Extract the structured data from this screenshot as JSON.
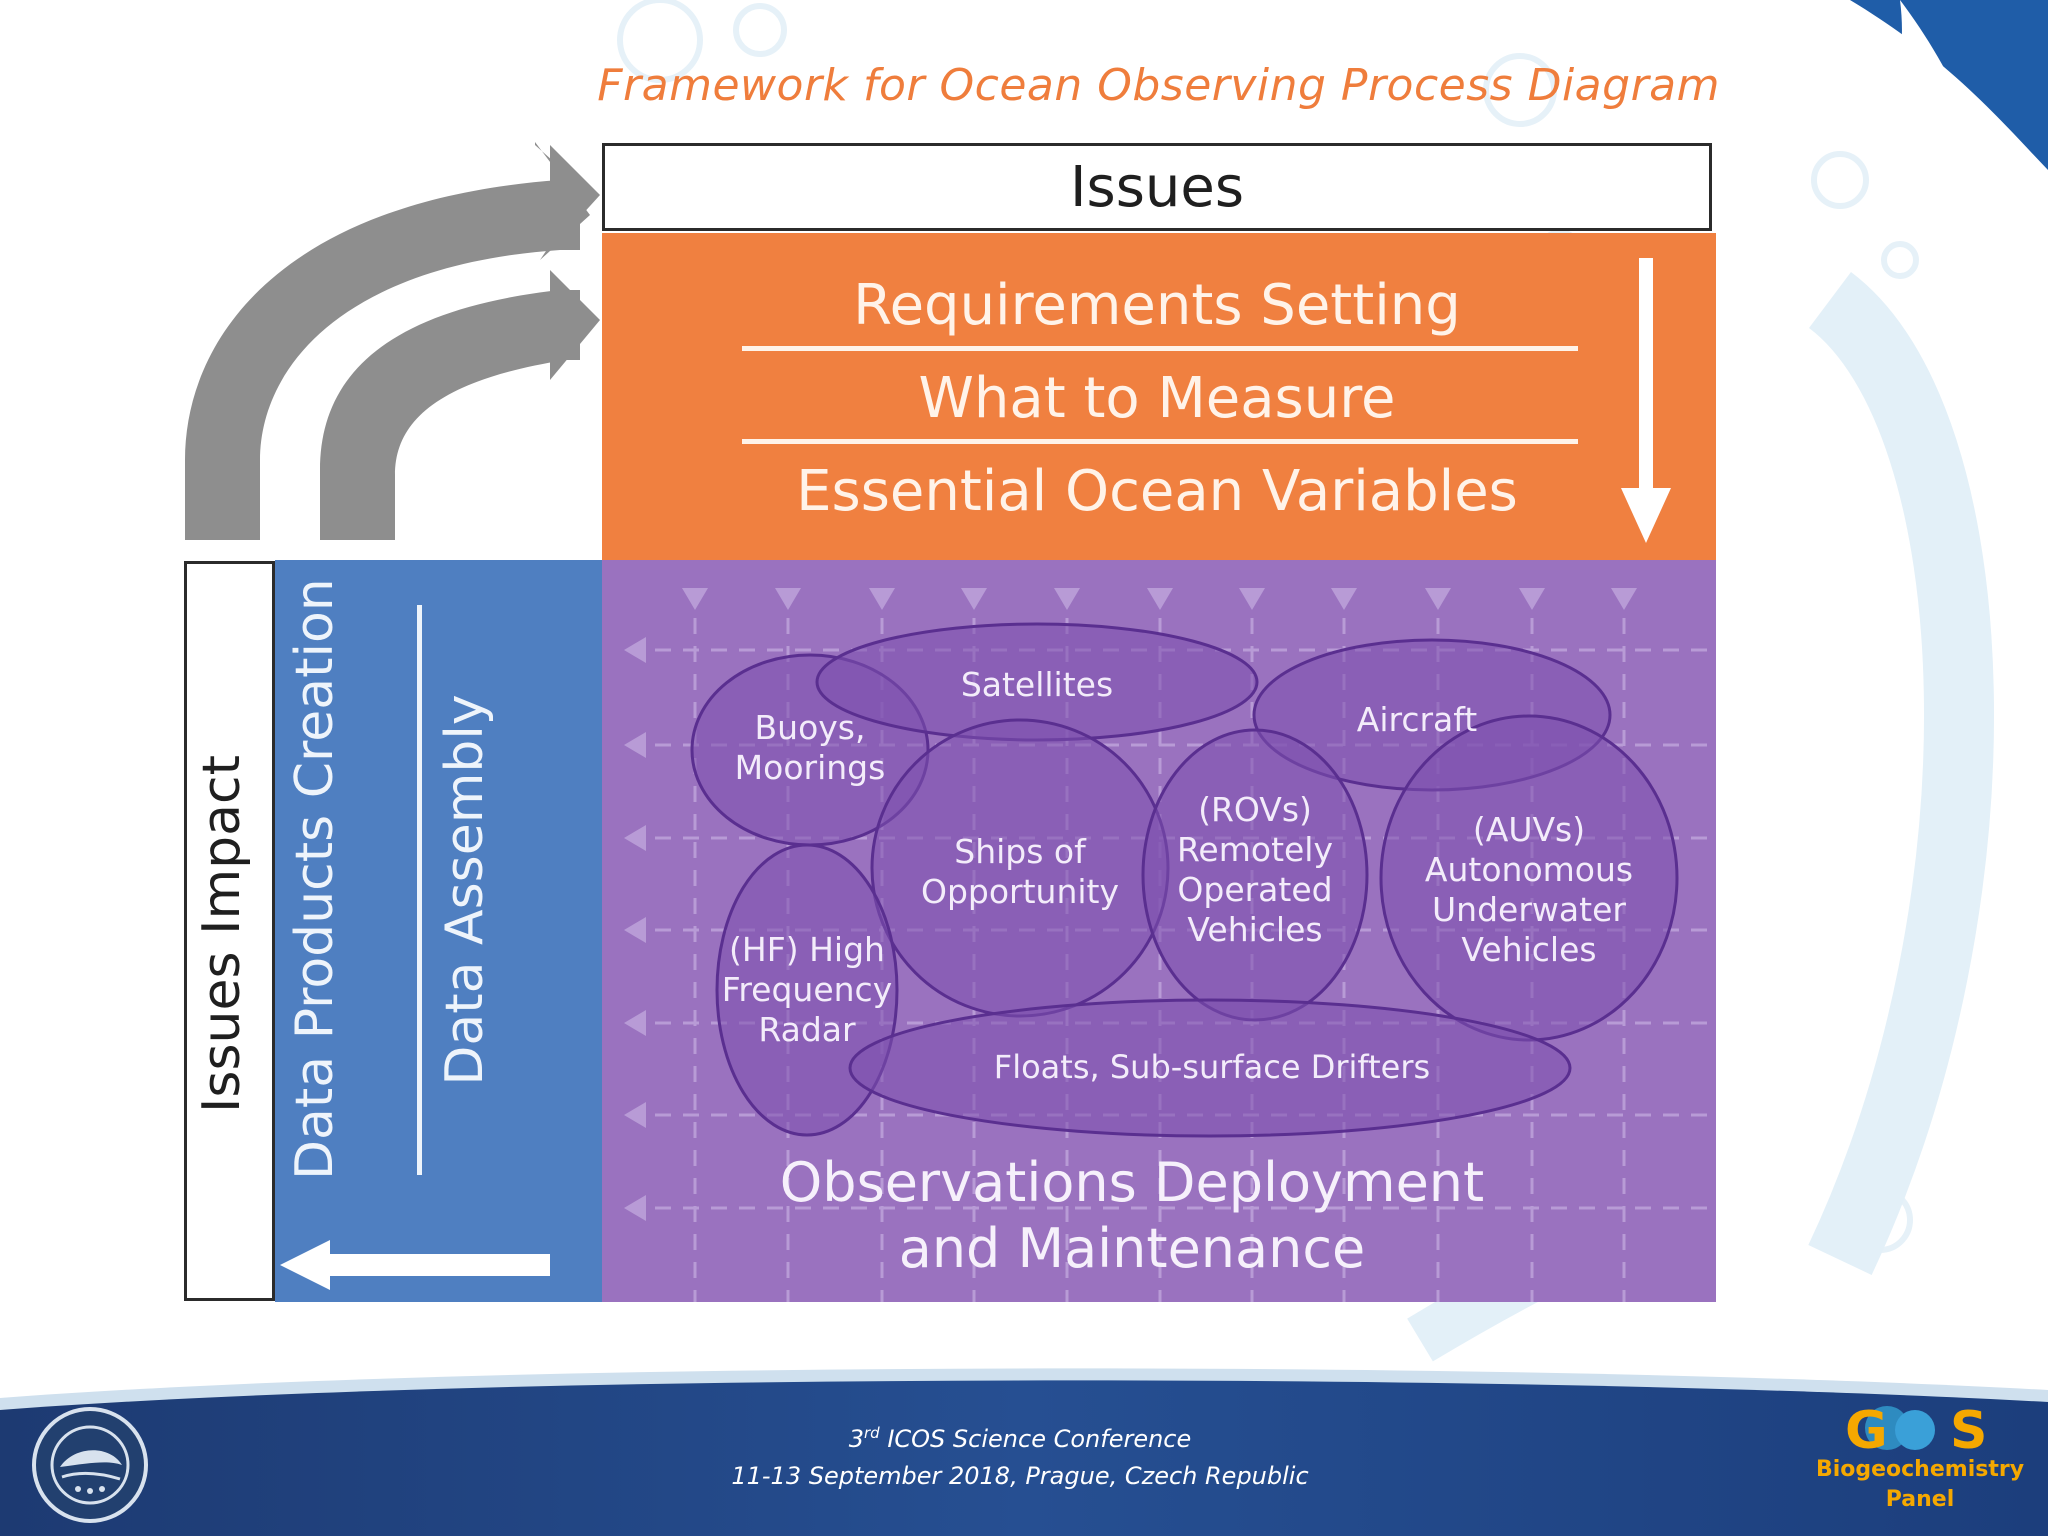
{
  "title": "Framework for Ocean Observing Process Diagram",
  "issues": "Issues",
  "requirements": {
    "line1": "Requirements Setting",
    "line2": "What to Measure",
    "line3": "Essential Ocean Variables"
  },
  "side": {
    "issues_impact": "Issues Impact",
    "data_products": "Data Products Creation",
    "data_assembly": "Data Assembly"
  },
  "platforms": {
    "satellites": "Satellites",
    "buoys_1": "Buoys,",
    "buoys_2": "Moorings",
    "aircraft": "Aircraft",
    "ships_1": "Ships of",
    "ships_2": "Opportunity",
    "rovs_1": "(ROVs)",
    "rovs_2": "Remotely",
    "rovs_3": "Operated",
    "rovs_4": "Vehicles",
    "auvs_1": "(AUVs)",
    "auvs_2": "Autonomous",
    "auvs_3": "Underwater",
    "auvs_4": "Vehicles",
    "hf_1": "(HF) High",
    "hf_2": "Frequency",
    "hf_3": "Radar",
    "floats": "Floats, Sub-surface Drifters"
  },
  "observations": {
    "line1": "Observations Deployment",
    "line2": "and Maintenance"
  },
  "footer": {
    "conference_num": "3",
    "conference_sup": "rd",
    "conference_name": " ICOS Science Conference",
    "dates": "11-13 September 2018, Prague, Czech Republic",
    "logo_right_1": "Biogeochemistry",
    "logo_right_2": "Panel",
    "logo_right_mark": "GOOS",
    "logo_left_mark": "IOCCP"
  },
  "colors": {
    "orange": "#f08040",
    "purple": "#9a72bf",
    "blue": "#4f7fc1",
    "navy": "#1e3f7a",
    "gray_arc": "#8e8e8e",
    "gold": "#f5a800"
  }
}
